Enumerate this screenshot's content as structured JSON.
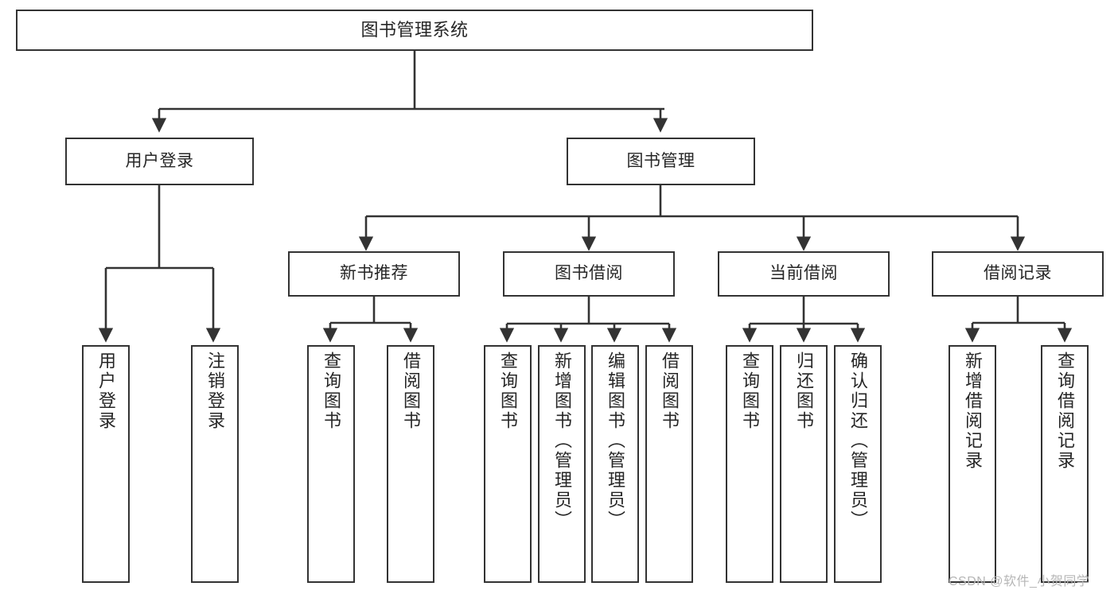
{
  "diagram": {
    "title": "图书管理系统",
    "watermark": "CSDN @软件_小贺同学",
    "line_color": "#333333",
    "box_fill": "#ffffff",
    "text_color": "#262626",
    "nodes": {
      "root": {
        "label": "图书管理系统"
      },
      "level1": [
        {
          "id": "user-login",
          "label": "用户登录"
        },
        {
          "id": "book-manage",
          "label": "图书管理"
        }
      ],
      "level2": [
        {
          "id": "new-book-recommend",
          "label": "新书推荐"
        },
        {
          "id": "book-borrow",
          "label": "图书借阅"
        },
        {
          "id": "current-borrow",
          "label": "当前借阅"
        },
        {
          "id": "borrow-record",
          "label": "借阅记录"
        }
      ],
      "leaves": [
        {
          "id": "leaf-user-login",
          "label": "用户登录",
          "parent": "user-login"
        },
        {
          "id": "leaf-logout",
          "label": "注销登录",
          "parent": "user-login"
        },
        {
          "id": "leaf-query-book-1",
          "label": "查询图书",
          "parent": "new-book-recommend"
        },
        {
          "id": "leaf-borrow-book-1",
          "label": "借阅图书",
          "parent": "new-book-recommend"
        },
        {
          "id": "leaf-query-book-2",
          "label": "查询图书",
          "parent": "book-borrow"
        },
        {
          "id": "leaf-add-book",
          "label": "新增图书（管理员）",
          "parent": "book-borrow"
        },
        {
          "id": "leaf-edit-book",
          "label": "编辑图书（管理员）",
          "parent": "book-borrow"
        },
        {
          "id": "leaf-borrow-book-2",
          "label": "借阅图书",
          "parent": "book-borrow"
        },
        {
          "id": "leaf-query-book-3",
          "label": "查询图书",
          "parent": "current-borrow"
        },
        {
          "id": "leaf-return-book",
          "label": "归还图书",
          "parent": "current-borrow"
        },
        {
          "id": "leaf-confirm-return",
          "label": "确认归还（管理员）",
          "parent": "current-borrow"
        },
        {
          "id": "leaf-add-record",
          "label": "新增借阅记录",
          "parent": "borrow-record"
        },
        {
          "id": "leaf-query-record",
          "label": "查询借阅记录",
          "parent": "borrow-record"
        }
      ]
    }
  }
}
